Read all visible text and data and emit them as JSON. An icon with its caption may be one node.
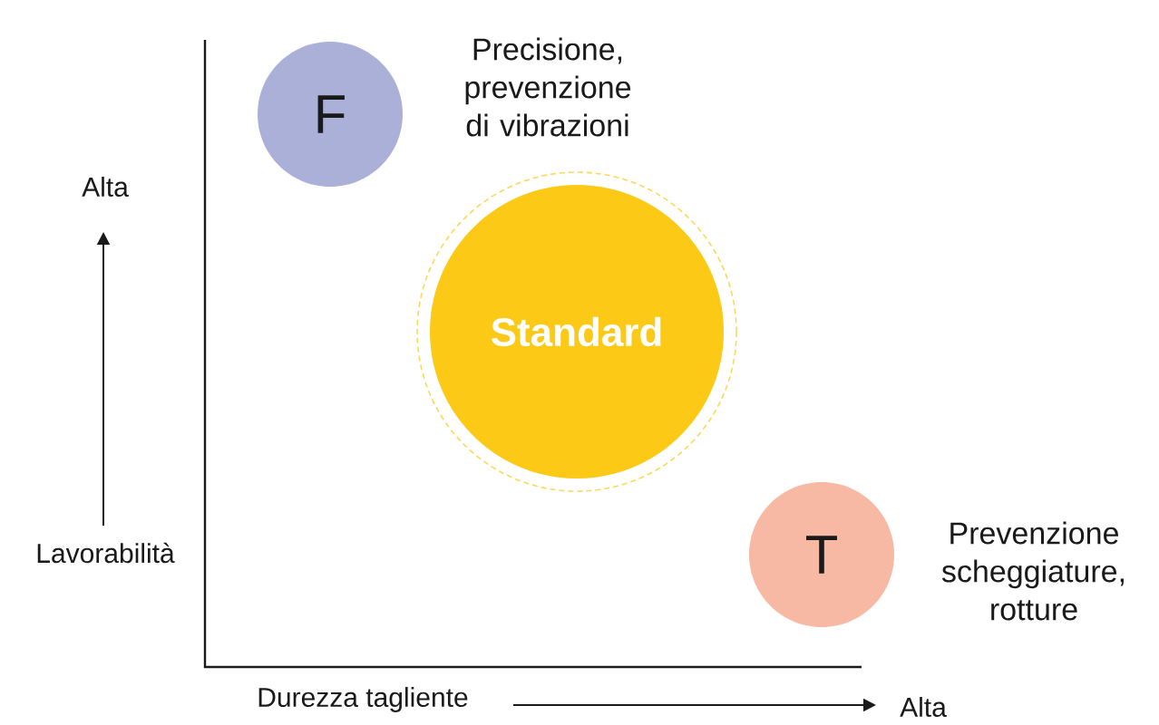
{
  "diagram": {
    "nodes": [
      {
        "text": [
          "F"
        ],
        "beside": [
          "Precisione, prevenzione di vibrazioni"
        ]
      },
      {
        "text": [
          "Standard"
        ]
      },
      {
        "text": [
          "T"
        ],
        "beside": [
          "Prevenzione scheggiature, rotture"
        ]
      }
    ],
    "edges": [],
    "labels": [
      "Alta",
      "Lavorabilità",
      "Durezza tagliente",
      "Alta"
    ]
  }
}
